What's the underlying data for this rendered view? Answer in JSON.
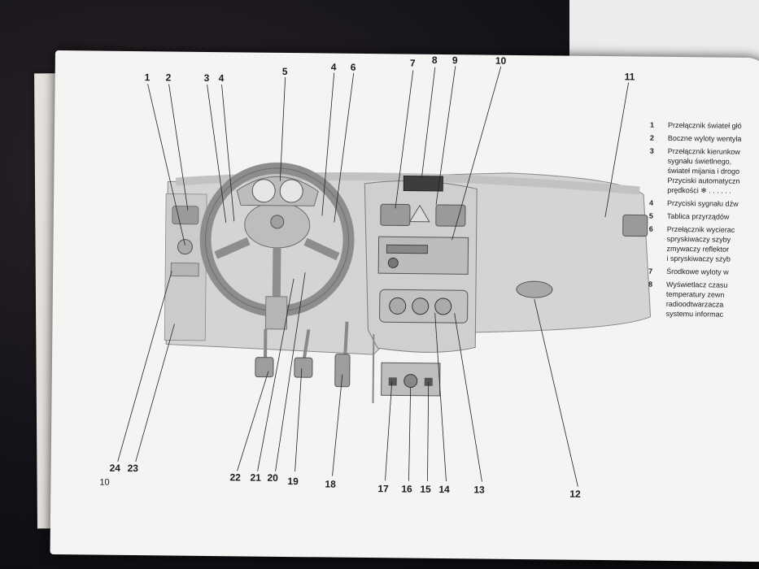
{
  "callouts": [
    "1",
    "2",
    "3",
    "4",
    "5",
    "4",
    "6",
    "7",
    "8",
    "9",
    "10",
    "11",
    "24",
    "23",
    "22",
    "21",
    "20",
    "19",
    "18",
    "17",
    "16",
    "15",
    "14",
    "13",
    "12"
  ],
  "page_number": "10",
  "legend": [
    {
      "num": "1",
      "lines": [
        "Przełącznik świateł głó"
      ]
    },
    {
      "num": "2",
      "lines": [
        "Boczne wyloty wentyla"
      ]
    },
    {
      "num": "3",
      "lines": [
        "Przełącznik kierunkow",
        "sygnału świetlnego,",
        "świateł mijania i drogo",
        "Przyciski automatyczn",
        "prędkości ❄  . . . . . ."
      ]
    },
    {
      "num": "4",
      "lines": [
        "Przyciski sygnału dźw"
      ]
    },
    {
      "num": "5",
      "lines": [
        "Tablica przyrządów"
      ]
    },
    {
      "num": "6",
      "lines": [
        "Przełącznik wycierac",
        "spryskiwaczy szyby",
        "zmywaczy reflektor",
        "i spryskiwaczy szyb"
      ]
    },
    {
      "num": "7",
      "lines": [
        "Środkowe wyloty w"
      ]
    },
    {
      "num": "8",
      "lines": [
        "Wyświetlacz czasu",
        "temperatury zewn",
        "radioodtwarzacza",
        "systemu informac"
      ]
    }
  ]
}
